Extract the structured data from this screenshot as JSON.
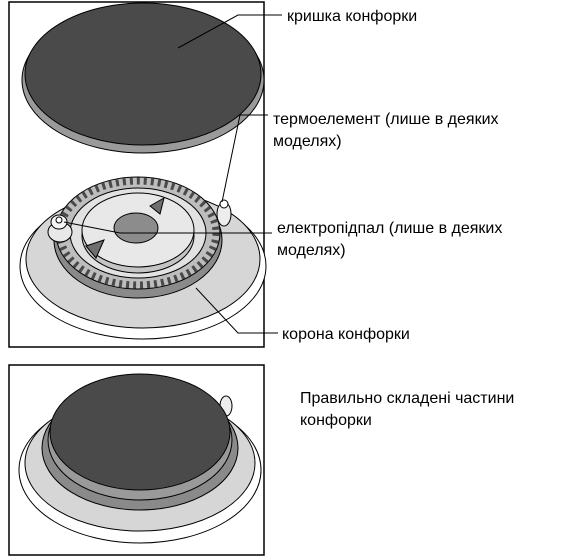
{
  "labels": {
    "cap": "кришка конфорки",
    "thermo_line1": "термоелемент (лише в деяких",
    "thermo_line2": "моделях)",
    "ignitor_line1": "електропідпал (лише в деяких",
    "ignitor_line2": "моделях)",
    "crown": "корона конфорки"
  },
  "assembled_caption": {
    "line1": "Правильно складені частини",
    "line2": "конфорки"
  }
}
